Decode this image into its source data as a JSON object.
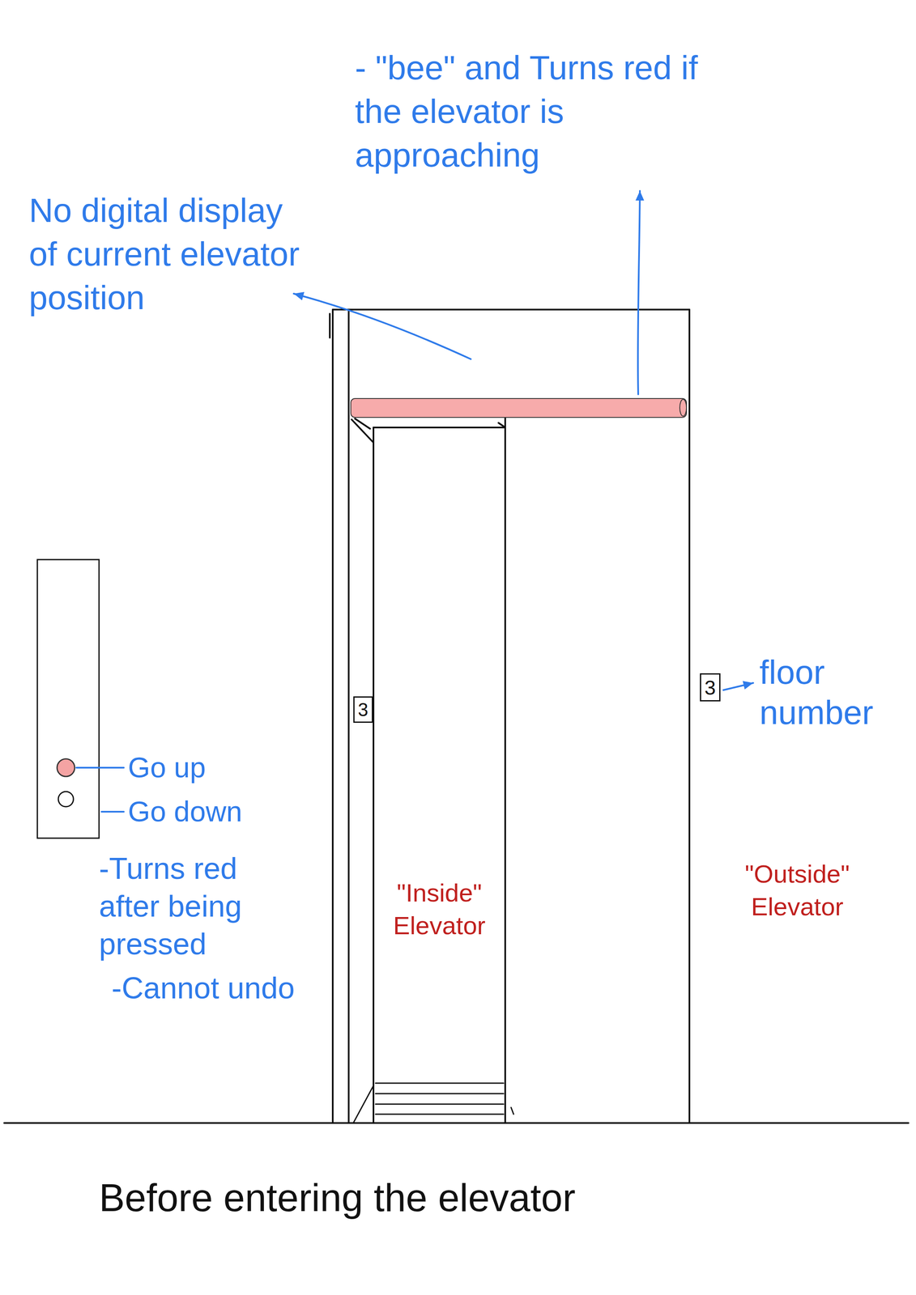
{
  "diagram": {
    "caption": "Before entering the elevator",
    "nodes": [
      {
        "text": [
          "3"
        ]
      },
      {
        "text": [
          "3"
        ]
      }
    ],
    "labels": [
      "- \"bee\" and Turns red if the elevator is approaching",
      "No digital display of current elevator position",
      "floor number",
      "Go up",
      "Go down",
      "-Turns red after being pressed",
      "-Cannot undo",
      "\"Inside\" Elevator",
      "\"Outside\" Elevator"
    ]
  }
}
